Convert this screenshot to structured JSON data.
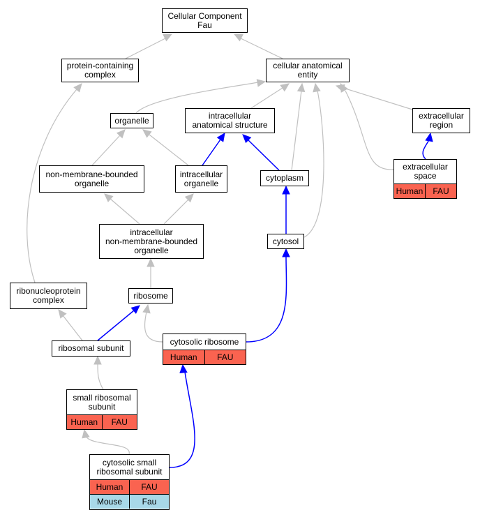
{
  "colors": {
    "edge_gray": "#c0c0c0",
    "edge_blue": "#0000ff",
    "human_row": "#fa6350",
    "mouse_row": "#a8d8e8"
  },
  "nodes": {
    "root": {
      "label": "Cellular Component\nFau"
    },
    "pcc": {
      "label": "protein-containing\ncomplex"
    },
    "cae": {
      "label": "cellular anatomical\nentity"
    },
    "organelle": {
      "label": "organelle"
    },
    "ias": {
      "label": "intracellular\nanatomical structure"
    },
    "ecr": {
      "label": "extracellular\nregion"
    },
    "nmbo": {
      "label": "non-membrane-bounded\norganelle"
    },
    "io": {
      "label": "intracellular\norganelle"
    },
    "cyto": {
      "label": "cytoplasm"
    },
    "ecs": {
      "label": "extracellular\nspace",
      "rows": [
        [
          "Human",
          "FAU"
        ]
      ]
    },
    "inmbo": {
      "label": "intracellular\nnon-membrane-bounded\norganelle"
    },
    "cytosol": {
      "label": "cytosol"
    },
    "rnp": {
      "label": "ribonucleoprotein\ncomplex"
    },
    "ribo": {
      "label": "ribosome"
    },
    "rsub": {
      "label": "ribosomal subunit"
    },
    "cribo": {
      "label": "cytosolic ribosome",
      "rows": [
        [
          "Human",
          "FAU"
        ]
      ]
    },
    "srs": {
      "label": "small ribosomal\nsubunit",
      "rows": [
        [
          "Human",
          "FAU"
        ]
      ]
    },
    "csrs": {
      "label": "cytosolic small\nribosomal subunit",
      "rows": [
        [
          "Human",
          "FAU"
        ],
        [
          "Mouse",
          "Fau"
        ]
      ]
    }
  }
}
